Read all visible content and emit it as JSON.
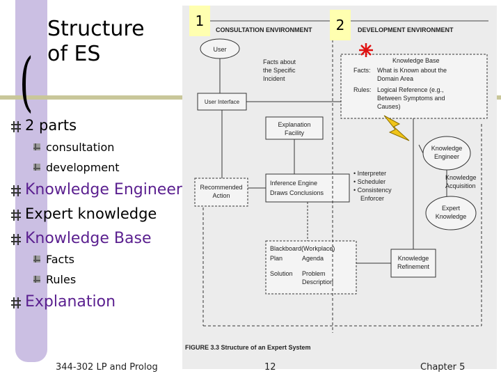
{
  "slide": {
    "title_line1": "Structure",
    "title_line2": "of ES",
    "bullets": [
      {
        "text": "2 parts",
        "level": 1
      },
      {
        "text": "consultation",
        "level": 2
      },
      {
        "text": "development",
        "level": 2
      },
      {
        "text": "Knowledge Engineer",
        "level": 1
      },
      {
        "text": "Expert knowledge",
        "level": 1
      },
      {
        "text": "Knowledge Base",
        "level": 1
      },
      {
        "text": "Facts",
        "level": 2
      },
      {
        "text": "Rules",
        "level": 2
      },
      {
        "text": "Explanation",
        "level": 1
      }
    ],
    "footer_left": "344-302 LP and Prolog",
    "footer_center": "12",
    "footer_right": "Chapter 5"
  },
  "figure": {
    "marker_1": "1",
    "marker_2": "2",
    "consultation_env": "CONSULTATION ENVIRONMENT",
    "development_env": "DEVELOPMENT ENVIRONMENT",
    "user": "User",
    "facts_about_1": "Facts about",
    "facts_about_2": "the Specific",
    "facts_about_3": "Incident",
    "user_interface": "User Interface",
    "kb_title": "Knowledge Base",
    "kb_facts_label": "Facts:",
    "kb_facts_1": "What is Known about the",
    "kb_facts_2": "Domain Area",
    "kb_rules_label": "Rules:",
    "kb_rules_1": "Logical Reference (e.g.,",
    "kb_rules_2": "Between Symptoms and",
    "kb_rules_3": "Causes)",
    "explanation_1": "Explanation",
    "explanation_2": "Facility",
    "ke_1": "Knowledge",
    "ke_2": "Engineer",
    "ka_1": "Knowledge",
    "ka_2": "Acquisition",
    "rec_1": "Recommended",
    "rec_2": "Action",
    "inf_1": "Inference Engine",
    "inf_2": "Draws Conclusions",
    "inf_list_1": "• Interpreter",
    "inf_list_2": "• Scheduler",
    "inf_list_3": "• Consistency",
    "inf_list_4": "Enforcer",
    "expert_1": "Expert",
    "expert_2": "Knowledge",
    "bb_title": "Blackboard(Workplace)",
    "bb_plan": "Plan",
    "bb_agenda": "Agenda",
    "bb_solution": "Solution",
    "bb_problem_1": "Problem",
    "bb_problem_2": "Description",
    "kr_1": "Knowledge",
    "kr_2": "Refinement",
    "caption": "FIGURE 3.3  Structure of an Expert System"
  }
}
